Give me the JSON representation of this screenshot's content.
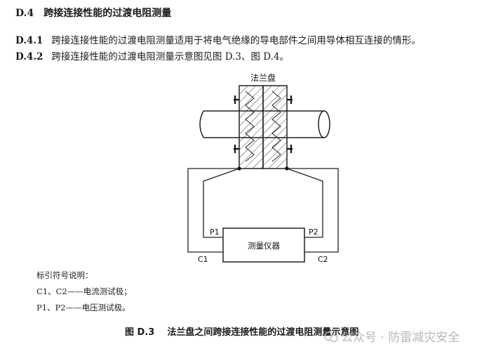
{
  "section": {
    "number": "D.4",
    "title": "跨接连接性能的过渡电阻测量"
  },
  "paragraphs": [
    {
      "number": "D.4.1",
      "text": "跨接连接性能的过渡电阻测量适用于将电气绝缘的导电部件之间用导体相互连接的情形。"
    },
    {
      "number": "D.4.2",
      "text": "跨接连接性能的过渡电阻测量示意图见图 D.3、图 D.4。"
    }
  ],
  "diagram": {
    "flange_label": "法兰盘",
    "instrument_label": "测量仪器",
    "p1": "P1",
    "p2": "P2",
    "c1": "C1",
    "c2": "C2"
  },
  "legend": {
    "title": "标引符号说明：",
    "items": [
      "C1、C2——电流测试极；",
      "P1、P2——电压测试极。"
    ]
  },
  "caption": {
    "figure": "图 D.3",
    "text": "法兰盘之间跨接连接性能的过渡电阻测量示意图"
  },
  "watermark": {
    "text": "公众号 · 防雷减灾安全"
  }
}
